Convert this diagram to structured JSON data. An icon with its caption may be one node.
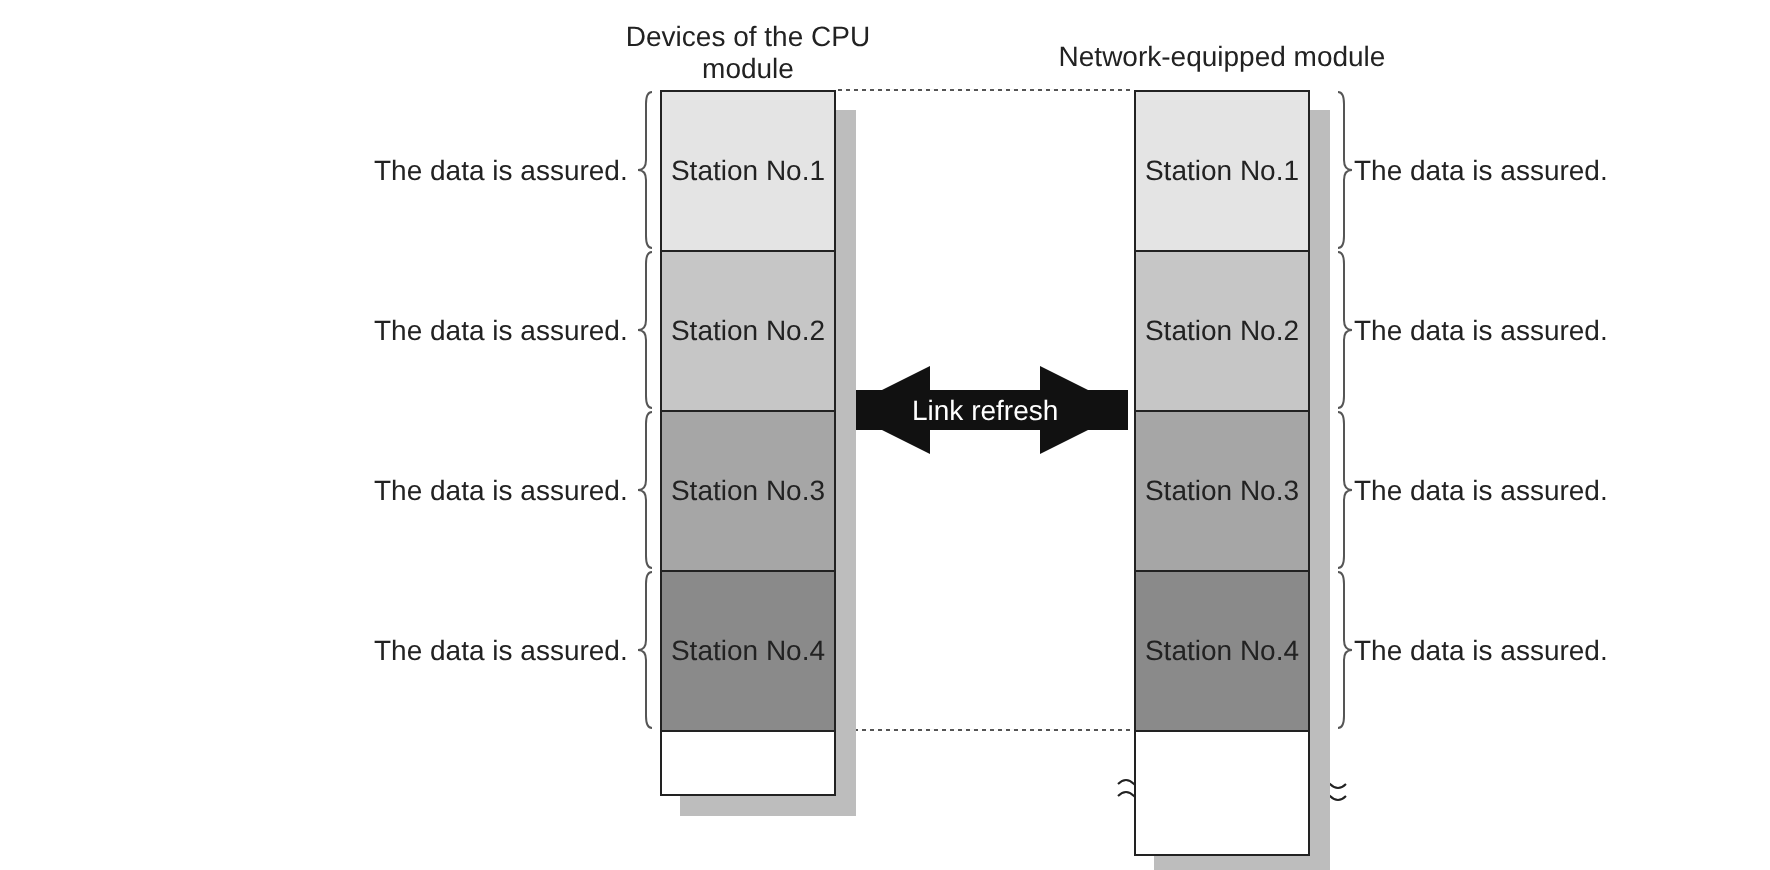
{
  "diagram": {
    "nodes": [
      {
        "text": [
          "Devices of the CPU module"
        ]
      },
      {
        "text": [
          "Station No.1"
        ],
        "in": 0
      },
      {
        "text": [
          "Station No.2"
        ],
        "in": 0
      },
      {
        "text": [
          "Station No.3"
        ],
        "in": 0
      },
      {
        "text": [
          "Station No.4"
        ],
        "in": 0
      },
      {
        "text": [
          "Network-equipped module"
        ]
      },
      {
        "text": [
          "Station No.1"
        ],
        "in": 5
      },
      {
        "text": [
          "Station No.2"
        ],
        "in": 5
      },
      {
        "text": [
          "Station No.3"
        ],
        "in": 5
      },
      {
        "text": [
          "Station No.4"
        ],
        "in": 5
      }
    ],
    "edges": [
      {
        "from": 0,
        "to": 5,
        "arrow": "none",
        "style": "dashed"
      },
      {
        "from": 0,
        "to": 5,
        "arrow": "both",
        "label": "Link refresh",
        "style": "thick"
      },
      {
        "from": 0,
        "to": 5,
        "arrow": "none",
        "style": "dashed"
      }
    ],
    "labels": [
      "The data is assured.",
      "The data is assured.",
      "The data is assured.",
      "The data is assured.",
      "The data is assured.",
      "The data is assured.",
      "The data is assured.",
      "The data is assured."
    ]
  }
}
